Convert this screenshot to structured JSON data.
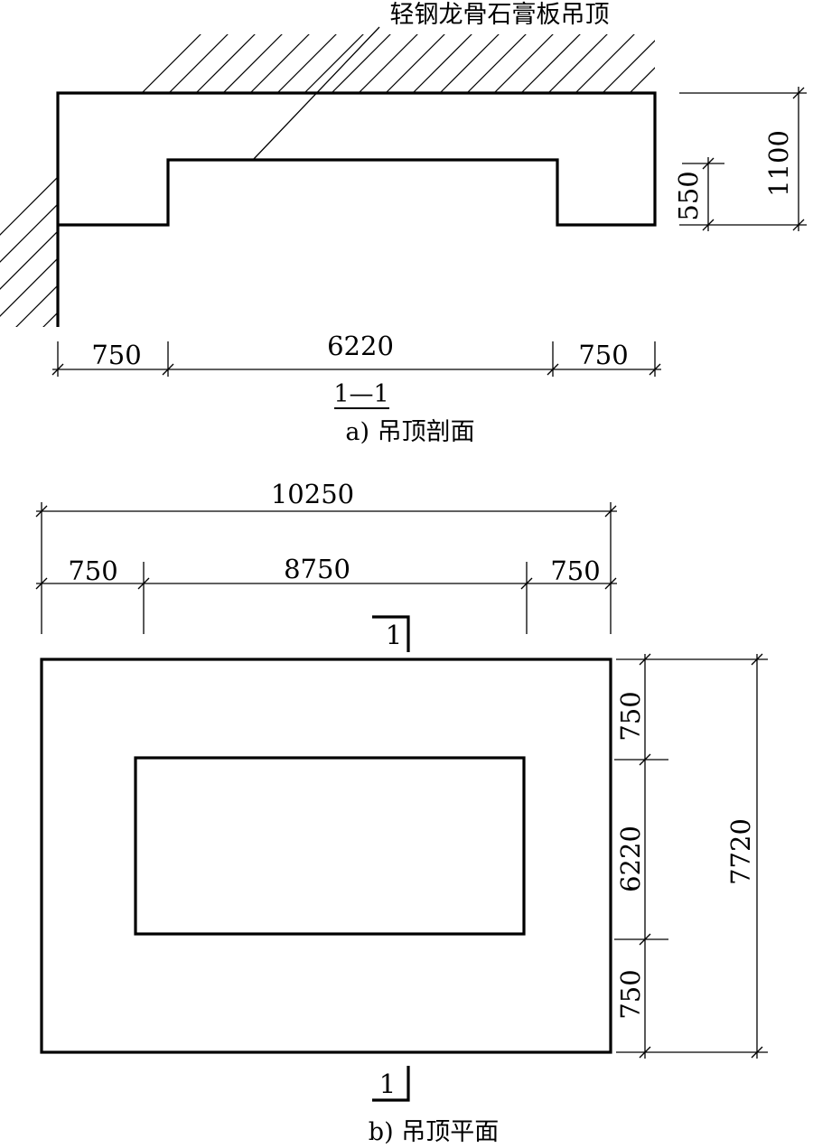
{
  "section": {
    "material_label": "轻钢龙骨石膏板吊顶",
    "dims": {
      "height_total": "1100",
      "height_step": "550",
      "left": "750",
      "middle": "6220",
      "right": "750"
    },
    "section_mark": "1—1",
    "caption": "a) 吊顶剖面"
  },
  "plan": {
    "dims_top": {
      "total": "10250",
      "left": "750",
      "middle": "8750",
      "right": "750"
    },
    "dims_right": {
      "top": "750",
      "middle": "6220",
      "bottom": "750",
      "total": "7720"
    },
    "cut_mark_top": "1",
    "cut_mark_bottom": "1",
    "caption": "b) 吊顶平面"
  }
}
